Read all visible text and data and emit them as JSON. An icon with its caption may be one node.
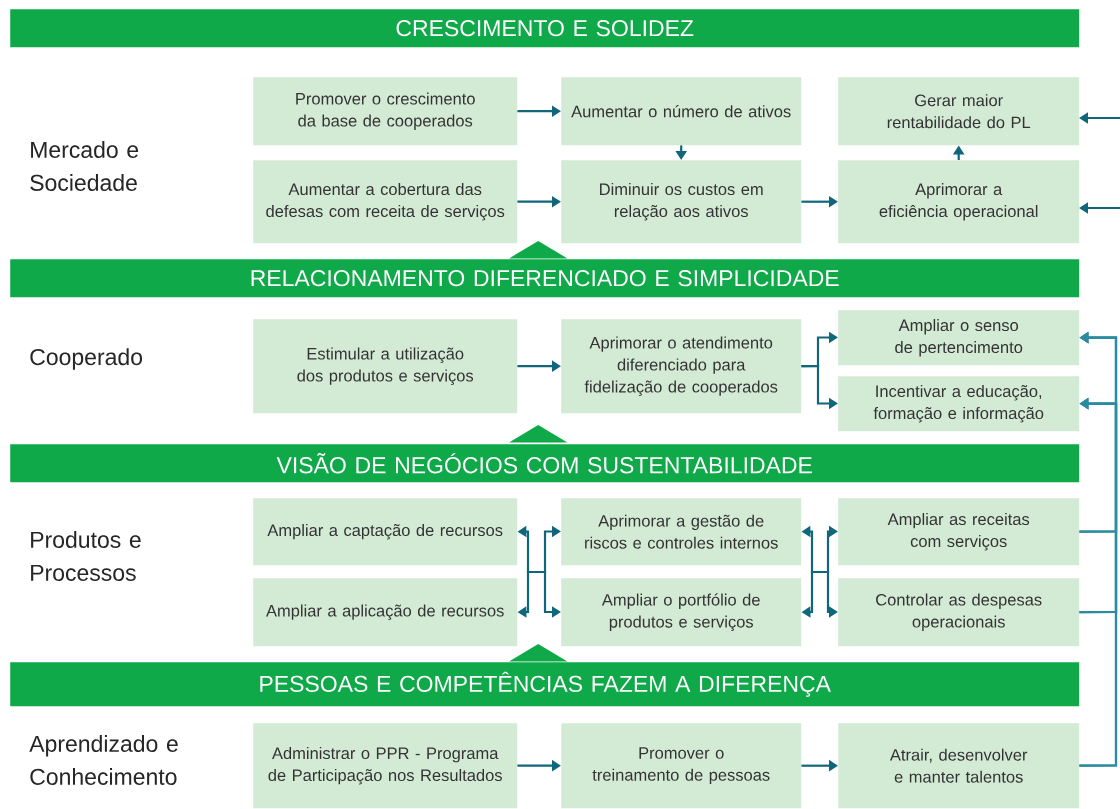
{
  "diagram": {
    "nodes": [
      {
        "text": [
          "CRESCIMENTO E SOLIDEZ"
        ]
      },
      {
        "text": [
          "Promover o crescimento da base de cooperados"
        ]
      },
      {
        "text": [
          "Aumentar o número de ativos"
        ]
      },
      {
        "text": [
          "Gerar maior rentabilidade do PL"
        ]
      },
      {
        "text": [
          "Aumentar a cobertura das defesas com receita de serviços"
        ]
      },
      {
        "text": [
          "Diminuir os custos em relação aos ativos"
        ]
      },
      {
        "text": [
          "Aprimorar a eficiência operacional"
        ]
      },
      {
        "text": [
          "RELACIONAMENTO DIFERENCIADO E SIMPLICIDADE"
        ]
      },
      {
        "text": [
          "Estimular a utilização dos produtos e serviços"
        ]
      },
      {
        "text": [
          "Aprimorar o atendimento diferenciado para fidelização de cooperados"
        ]
      },
      {
        "text": [
          "Ampliar o senso de pertencimento"
        ]
      },
      {
        "text": [
          "Incentivar a educação, formação e informação"
        ]
      },
      {
        "text": [
          "VISÃO DE NEGÓCIOS COM SUSTENTABILIDADE"
        ]
      },
      {
        "text": [
          "Ampliar a captação de recursos"
        ]
      },
      {
        "text": [
          "Aprimorar a gestão de riscos e controles internos"
        ]
      },
      {
        "text": [
          "Ampliar as receitas com serviços"
        ]
      },
      {
        "text": [
          "Ampliar a aplicação de recursos"
        ]
      },
      {
        "text": [
          "Ampliar o portfólio de produtos e serviços"
        ]
      },
      {
        "text": [
          "Controlar as despesas operacionais"
        ]
      },
      {
        "text": [
          "PESSOAS E COMPETÊNCIAS FAZEM A DIFERENÇA"
        ]
      },
      {
        "text": [
          "Administrar o PPR - Programa de Participação nos Resultados"
        ]
      },
      {
        "text": [
          "Promover o treinamento de pessoas"
        ]
      },
      {
        "text": [
          "Atrair, desenvolver e manter talentos"
        ]
      },
      {
        "text": [],
        "shape": "triangle"
      },
      {
        "text": [],
        "shape": "triangle"
      },
      {
        "text": [],
        "shape": "triangle"
      }
    ],
    "edges": [
      {
        "from": 1,
        "to": 2,
        "arrow": "to"
      },
      {
        "from": 2,
        "to": 5,
        "arrow": "to"
      },
      {
        "from": 4,
        "to": 5,
        "arrow": "to"
      },
      {
        "from": 5,
        "to": 6,
        "arrow": "to"
      },
      {
        "from": 6,
        "to": 3,
        "arrow": "to"
      },
      {
        "from": null,
        "to": 3,
        "arrow": "to"
      },
      {
        "from": null,
        "to": 6,
        "arrow": "to"
      },
      {
        "from": 8,
        "to": 9,
        "arrow": "to"
      },
      {
        "from": 9,
        "to": 10,
        "arrow": "to"
      },
      {
        "from": 9,
        "to": 11,
        "arrow": "to"
      },
      {
        "from": 13,
        "to": 17,
        "arrow": "both"
      },
      {
        "from": 16,
        "to": 14,
        "arrow": "both"
      },
      {
        "from": 14,
        "to": 18,
        "arrow": "both"
      },
      {
        "from": 17,
        "to": 15,
        "arrow": "both"
      },
      {
        "from": 15,
        "to": 10,
        "arrow": "to",
        "color": "#2a8ca0"
      },
      {
        "from": 15,
        "to": 11,
        "arrow": "to",
        "color": "#2a8ca0"
      },
      {
        "from": 18,
        "to": 10,
        "arrow": "to",
        "color": "#2a8ca0"
      },
      {
        "from": 18,
        "to": 11,
        "arrow": "to",
        "color": "#2a8ca0"
      },
      {
        "from": 22,
        "to": 10,
        "arrow": "to",
        "color": "#2a8ca0"
      },
      {
        "from": 22,
        "to": 11,
        "arrow": "to",
        "color": "#2a8ca0"
      },
      {
        "from": 20,
        "to": 21,
        "arrow": "to"
      },
      {
        "from": 21,
        "to": 22,
        "arrow": "to"
      }
    ],
    "labels": [
      "Mercado e Sociedade",
      "Cooperado",
      "Produtos e Processos",
      "Aprendizado e Conhecimento"
    ]
  }
}
